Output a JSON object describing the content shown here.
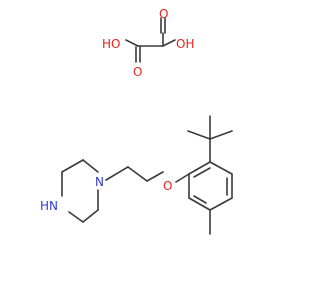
{
  "diagram": {
    "kind": "chemical-structure",
    "colors": {
      "bond": "#3a3a3a",
      "oxygen": "#e8231b",
      "nitrogen": "#2f39d9",
      "background": "#ffffff"
    },
    "labels": {
      "oxalic_oh_left": "HO",
      "oxalic_oh_right": "OH",
      "oxalic_o_left": "O",
      "oxalic_o_right": "O",
      "ether_o": "O",
      "piperazine_n": "N",
      "piperazine_nh": "HN"
    }
  }
}
